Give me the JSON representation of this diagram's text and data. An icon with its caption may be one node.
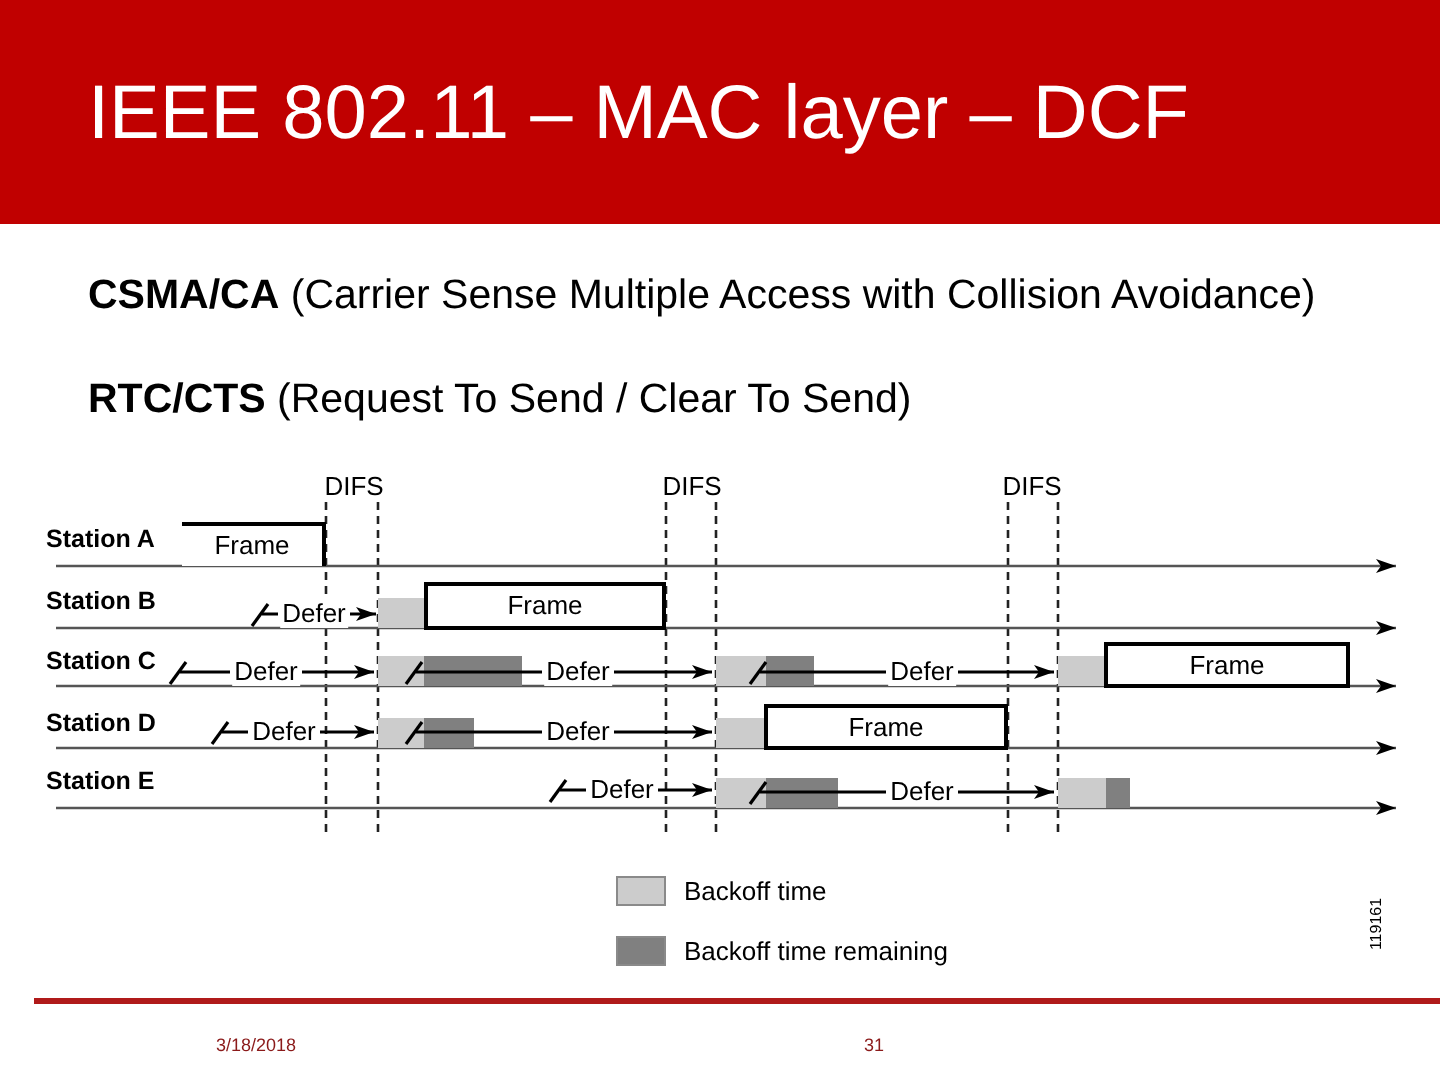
{
  "diagram": {
    "title": "IEEE 802.11 – MAC layer – DCF",
    "nodes": [
      {
        "text": [
          "Frame"
        ]
      },
      {
        "text": [
          "Frame"
        ]
      },
      {
        "text": [
          "Frame"
        ]
      },
      {
        "text": [
          "Frame"
        ]
      }
    ],
    "labels": [
      "**CSMA/CA** (Carrier Sense Multiple Access with Collision Avoidance)",
      "**RTC/CTS** (Request To Send / Clear To Send)",
      "DIFS",
      "DIFS",
      "DIFS",
      "Station A",
      "Station B",
      "Defer",
      "Station C",
      "Defer",
      "Defer",
      "Defer",
      "Station D",
      "Defer",
      "Defer",
      "Station E",
      "Defer",
      "Defer",
      "119161",
      "3/18/2018",
      "31"
    ],
    "legend": [
      {
        "text": "Backoff time",
        "color": "#cccccc"
      },
      {
        "text": "Backoff time remaining",
        "color": "#808080"
      }
    ]
  }
}
